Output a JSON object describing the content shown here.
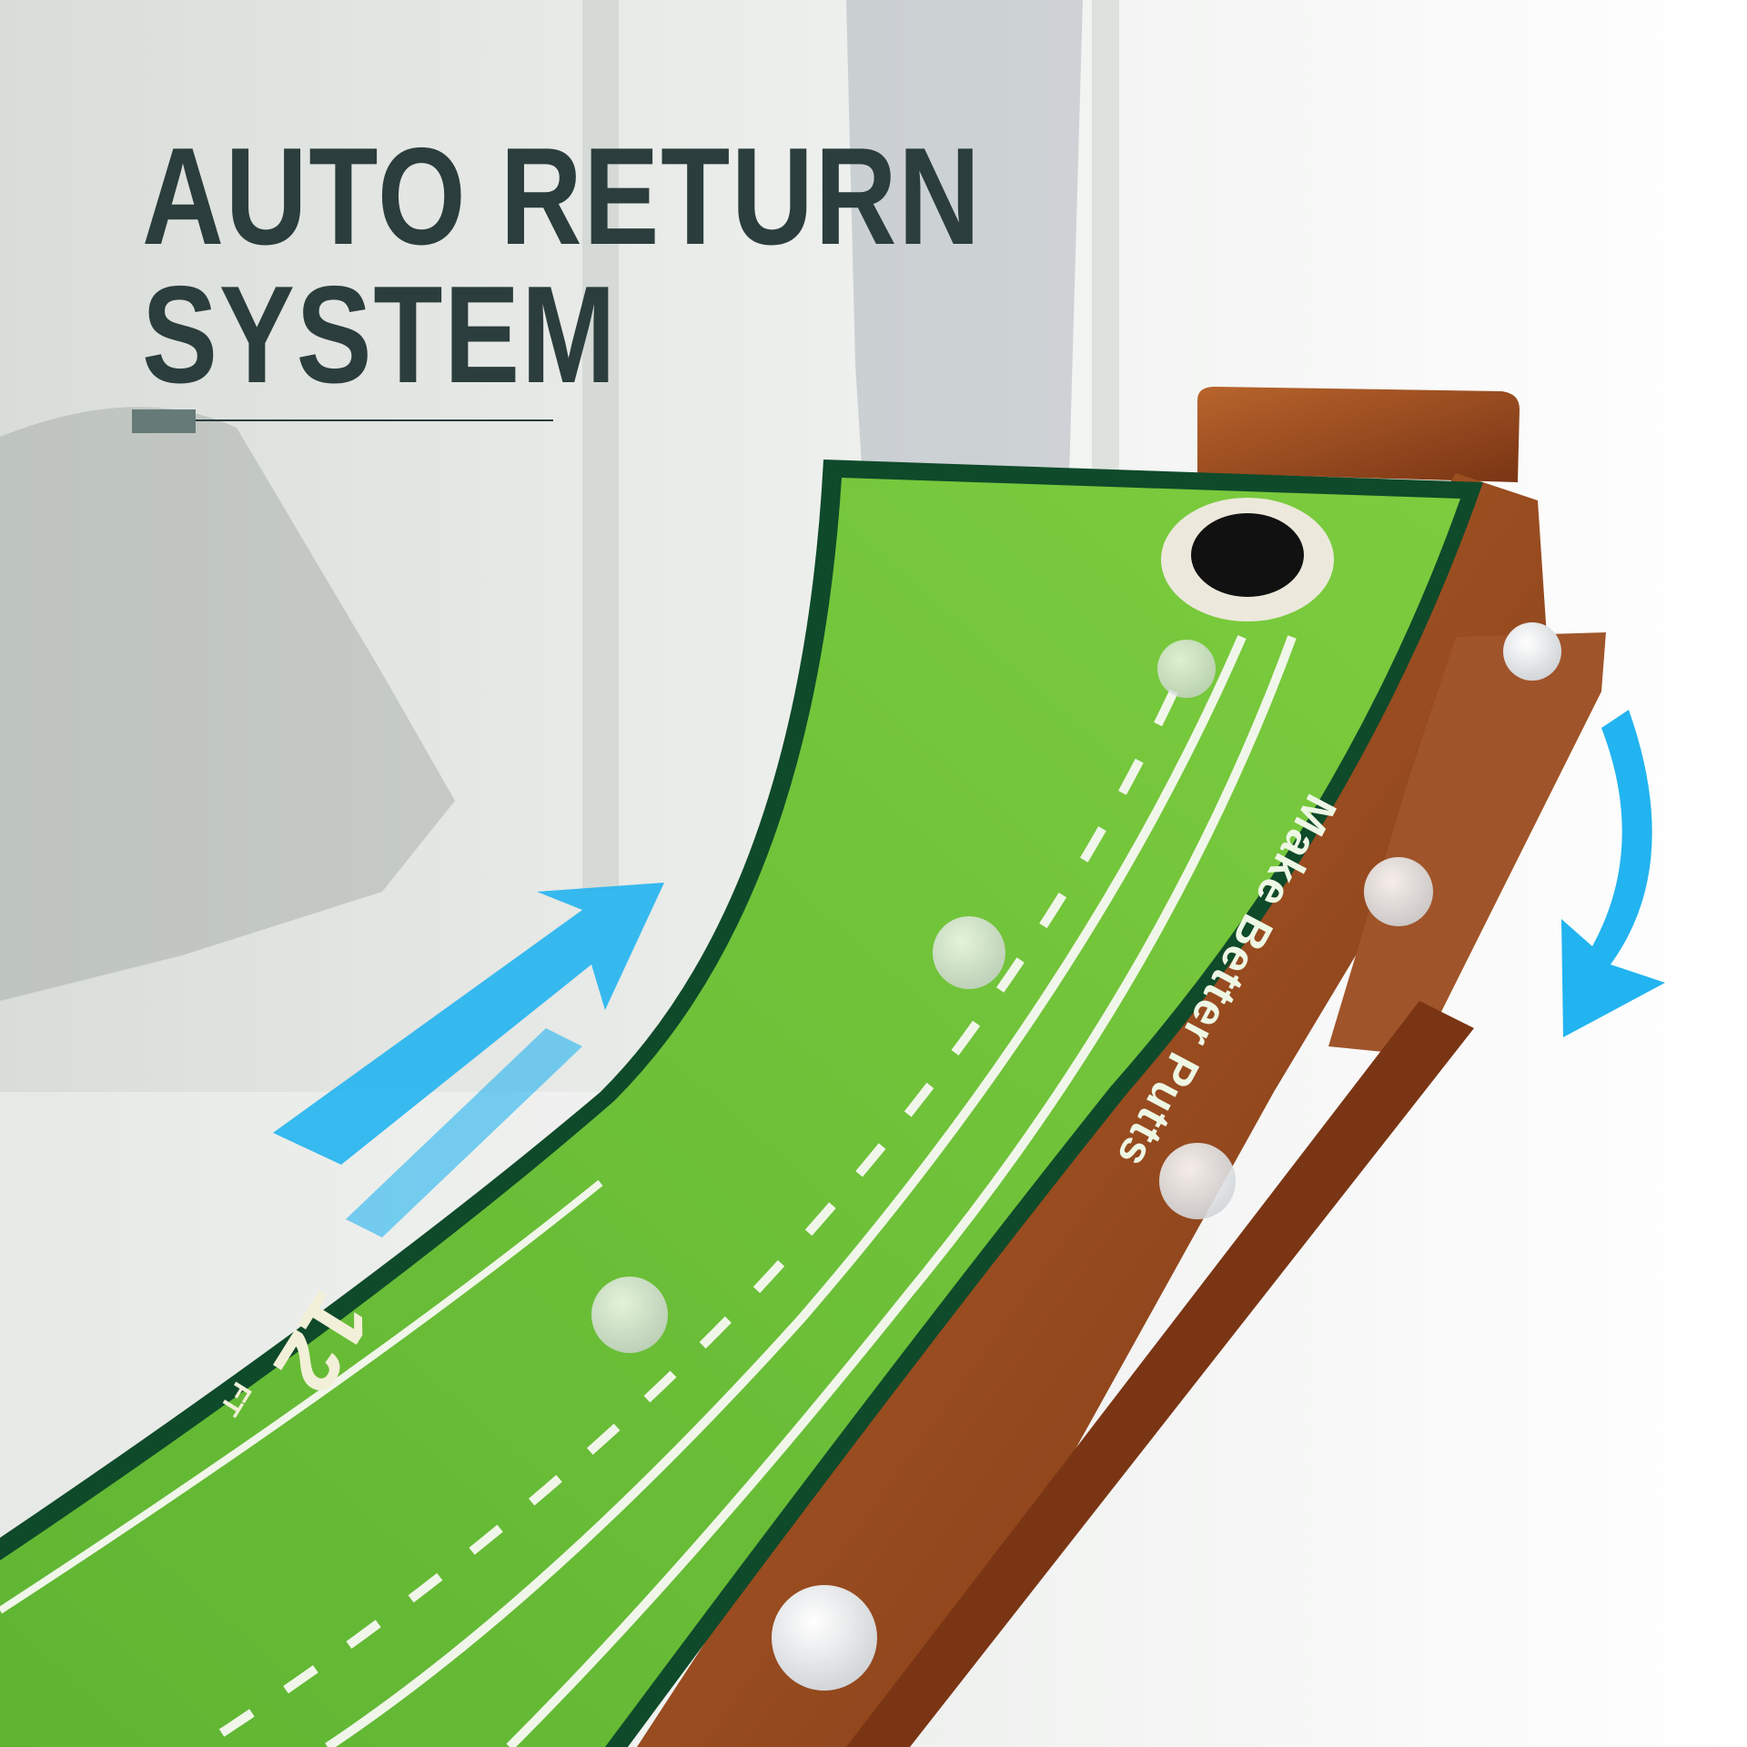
{
  "headline": {
    "line1": "AUTO RETURN",
    "line2": "SYSTEM"
  },
  "mat": {
    "slogan": "Make Better Putts",
    "distance_number": "12",
    "distance_unit": "FT"
  },
  "colors": {
    "headline": "#2b3d3c",
    "accent": "#667a78",
    "mat_green": "#6cc23a",
    "mat_border": "#0f4a2a",
    "wood": "#9a4e22",
    "arrow_blue": "#22b4f0"
  }
}
